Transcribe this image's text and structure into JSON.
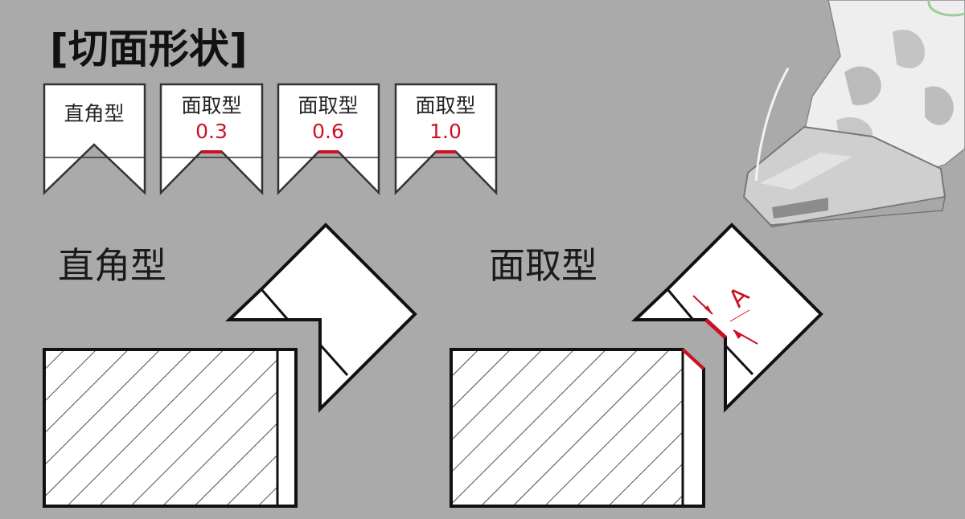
{
  "title": "[切面形状]",
  "tags": [
    {
      "label": "直角型",
      "value": "",
      "chamfer": false
    },
    {
      "label": "面取型",
      "value": "0.3",
      "chamfer": true
    },
    {
      "label": "面取型",
      "value": "0.6",
      "chamfer": true
    },
    {
      "label": "面取型",
      "value": "1.0",
      "chamfer": true
    }
  ],
  "sections": {
    "square": {
      "label": "直角型"
    },
    "chamfer": {
      "label": "面取型",
      "dimension_label": "A"
    }
  },
  "colors": {
    "background": "#aaaaaa",
    "outline": "#111111",
    "accent_red": "#cc1122",
    "panel": "#ffffff"
  },
  "illustration": {
    "name": "hand-plane-illustration"
  }
}
